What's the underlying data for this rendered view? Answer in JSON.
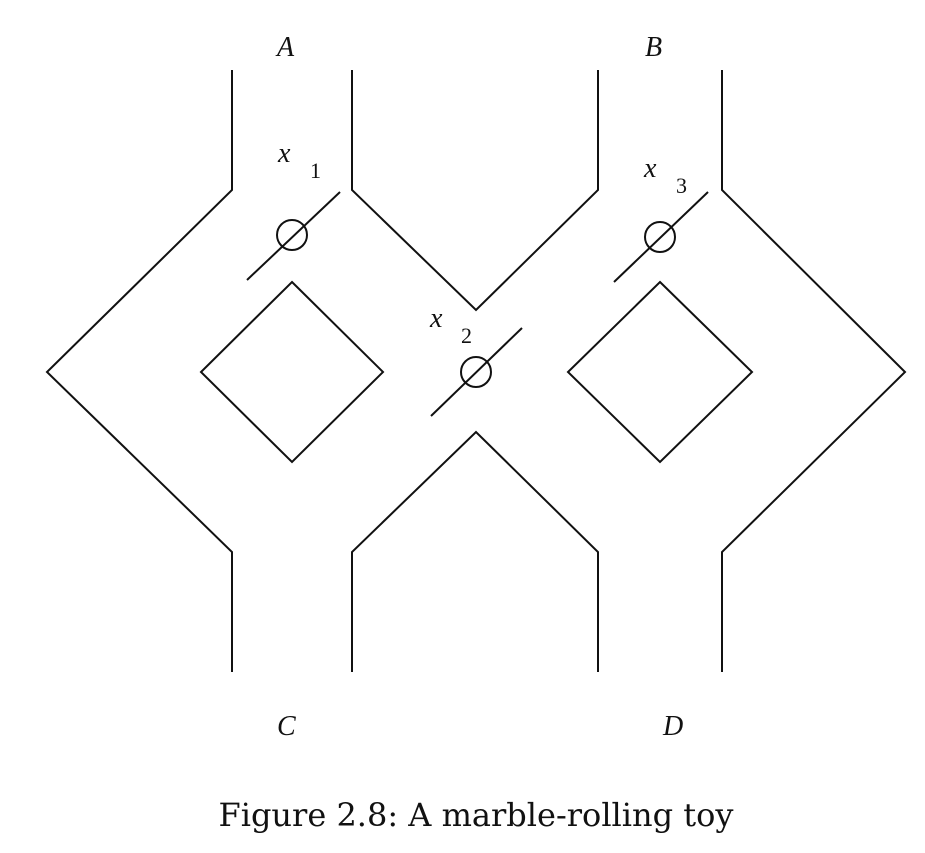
{
  "labels": {
    "a": "A",
    "b": "B",
    "c": "C",
    "d": "D"
  },
  "gates": [
    {
      "var": "x",
      "sub": "1"
    },
    {
      "var": "x",
      "sub": "2"
    },
    {
      "var": "x",
      "sub": "3"
    }
  ],
  "caption": "Figure 2.8: A marble-rolling toy"
}
